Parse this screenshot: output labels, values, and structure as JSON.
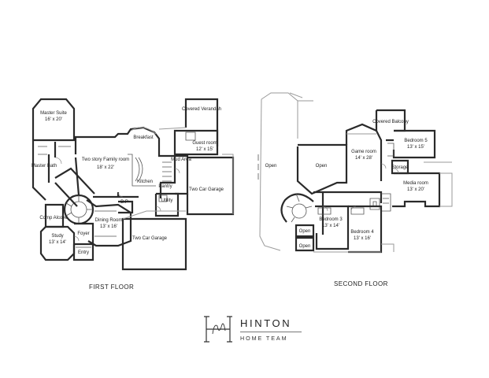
{
  "first_floor": {
    "title": "FIRST FLOOR",
    "rooms": [
      {
        "id": "master-suite",
        "name": "Master Suite",
        "dims": "16' x 20'"
      },
      {
        "id": "covered-verandah",
        "name": "Covered Verandah",
        "dims": ""
      },
      {
        "id": "breakfast",
        "name": "Breakfast",
        "dims": ""
      },
      {
        "id": "guest-room",
        "name": "Guest room",
        "dims": "12' x 15'"
      },
      {
        "id": "master-bath",
        "name": "Master Bath",
        "dims": ""
      },
      {
        "id": "family-room",
        "name": "Two story Family room",
        "dims": "18' x 22'"
      },
      {
        "id": "mud-area",
        "name": "Mud Area",
        "dims": ""
      },
      {
        "id": "kitchen",
        "name": "Kitchen",
        "dims": ""
      },
      {
        "id": "pantry",
        "name": "Pantry",
        "dims": ""
      },
      {
        "id": "two-car-garage-a",
        "name": "Two Car Garage",
        "dims": ""
      },
      {
        "id": "bp",
        "name": "B.P",
        "dims": ""
      },
      {
        "id": "utility",
        "name": "Utility",
        "dims": ""
      },
      {
        "id": "comp-alcove",
        "name": "Comp Alcove",
        "dims": ""
      },
      {
        "id": "dining-room",
        "name": "Dining Room",
        "dims": "13' x 16'"
      },
      {
        "id": "foyer",
        "name": "Foyer",
        "dims": ""
      },
      {
        "id": "study",
        "name": "Study",
        "dims": "13' x 14'"
      },
      {
        "id": "two-car-garage-b",
        "name": "Two Car Garage",
        "dims": ""
      },
      {
        "id": "entry",
        "name": "Entry",
        "dims": ""
      }
    ]
  },
  "second_floor": {
    "title": "SECOND FLOOR",
    "rooms": [
      {
        "id": "covered-balcony",
        "name": "Covered Balcony",
        "dims": ""
      },
      {
        "id": "bedroom-5",
        "name": "Bedroom 5",
        "dims": "13' x 15'"
      },
      {
        "id": "open-left",
        "name": "Open",
        "dims": ""
      },
      {
        "id": "open-center",
        "name": "Open",
        "dims": ""
      },
      {
        "id": "game-room",
        "name": "Game room",
        "dims": "14' x 28'"
      },
      {
        "id": "storage",
        "name": "Storage",
        "dims": ""
      },
      {
        "id": "media-room",
        "name": "Media room",
        "dims": "13' x 20'"
      },
      {
        "id": "bedroom-3",
        "name": "Bedroom 3",
        "dims": "13' x 14'"
      },
      {
        "id": "bedroom-4",
        "name": "Bedroom 4",
        "dims": "13' x 16'"
      },
      {
        "id": "open-stair",
        "name": "Open",
        "dims": ""
      },
      {
        "id": "open-bottom",
        "name": "Open",
        "dims": ""
      }
    ]
  },
  "logo": {
    "name": "HINTON",
    "subtitle": "HOME TEAM",
    "monogram": "H"
  }
}
